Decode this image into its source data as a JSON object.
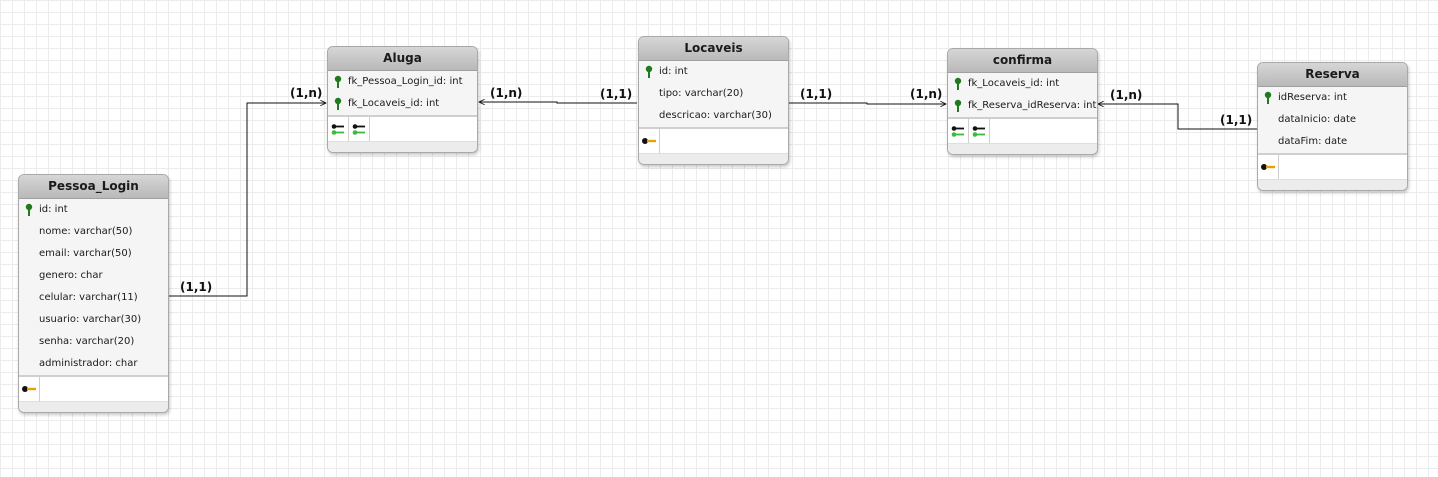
{
  "entities": {
    "aluga": {
      "title": "Aluga",
      "attributes": [
        "fk_Pessoa_Login_id: int",
        "fk_Locaveis_id: int"
      ]
    },
    "locaveis": {
      "title": "Locaveis",
      "attributes": [
        "id: int",
        "tipo: varchar(20)",
        "descricao: varchar(30)"
      ]
    },
    "confirma": {
      "title": "confirma",
      "attributes": [
        "fk_Locaveis_id: int",
        "fk_Reserva_idReserva: int"
      ]
    },
    "reserva": {
      "title": "Reserva",
      "attributes": [
        "idReserva: int",
        "dataInicio: date",
        "dataFim: date"
      ]
    },
    "pessoa_login": {
      "title": "Pessoa_Login",
      "attributes": [
        "id: int",
        "nome: varchar(50)",
        "email: varchar(50)",
        "genero: char",
        "celular: varchar(11)",
        "usuario: varchar(30)",
        "senha: varchar(20)",
        "administrador: char"
      ]
    }
  },
  "cardinalities": {
    "pessoa_side": "(1,1)",
    "aluga_from_pessoa": "(1,n)",
    "aluga_from_locaveis": "(1,n)",
    "locaveis_to_aluga": "(1,1)",
    "locaveis_to_confirma": "(1,1)",
    "confirma_from_locaveis": "(1,n)",
    "confirma_from_reserva": "(1,n)",
    "reserva_side": "(1,1)"
  },
  "colors": {
    "key_green": "#1e7a1e",
    "fk_green": "#3cba3c",
    "key_black": "#111111",
    "key_orange": "#e8a100",
    "line": "#111111"
  },
  "icons": {
    "primary_key": "green-key-icon",
    "method": "orange-key-icon",
    "foreign_key_pair": "black-green-key-pair-icon"
  }
}
